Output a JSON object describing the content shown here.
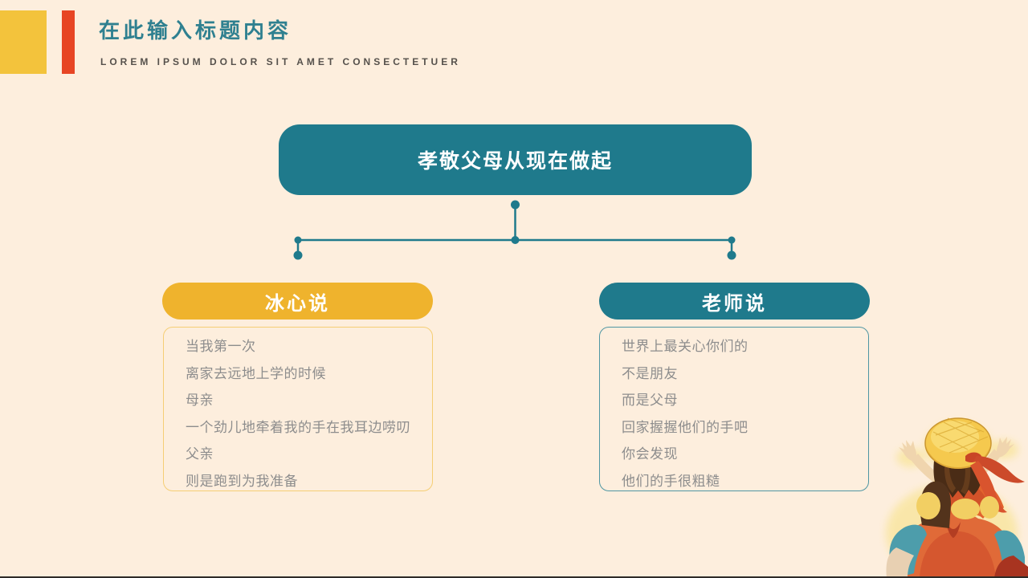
{
  "header": {
    "title": "在此输入标题内容",
    "subtitle": "LOREM IPSUM DOLOR SIT AMET CONSECTETUER"
  },
  "diagram": {
    "root_label": "孝敬父母从现在做起",
    "columns": [
      {
        "header": "冰心说",
        "lines": [
          "当我第一次",
          "离家去远地上学的时候",
          "母亲",
          "一个劲儿地牵着我的手在我耳边唠叨",
          "父亲",
          "则是跑到为我准备"
        ]
      },
      {
        "header": "老师说",
        "lines": [
          "世界上最关心你们的",
          "不是朋友",
          "而是父母",
          "回家握握他们的手吧",
          "你会发现",
          "他们的手很粗糙"
        ]
      }
    ]
  },
  "colors": {
    "background": "#fdeedd",
    "teal": "#1f7a8c",
    "pill_yellow": "#efb32d",
    "accent_square_yellow": "#f3c33c",
    "accent_bar_red": "#e74524",
    "title_teal": "#2f8090",
    "body_text_gray": "#8d8d8d",
    "left_box_border": "#f5ce74",
    "right_box_border": "#4f96a3"
  },
  "illustration": {
    "name": "child-on-fathers-shoulders"
  }
}
